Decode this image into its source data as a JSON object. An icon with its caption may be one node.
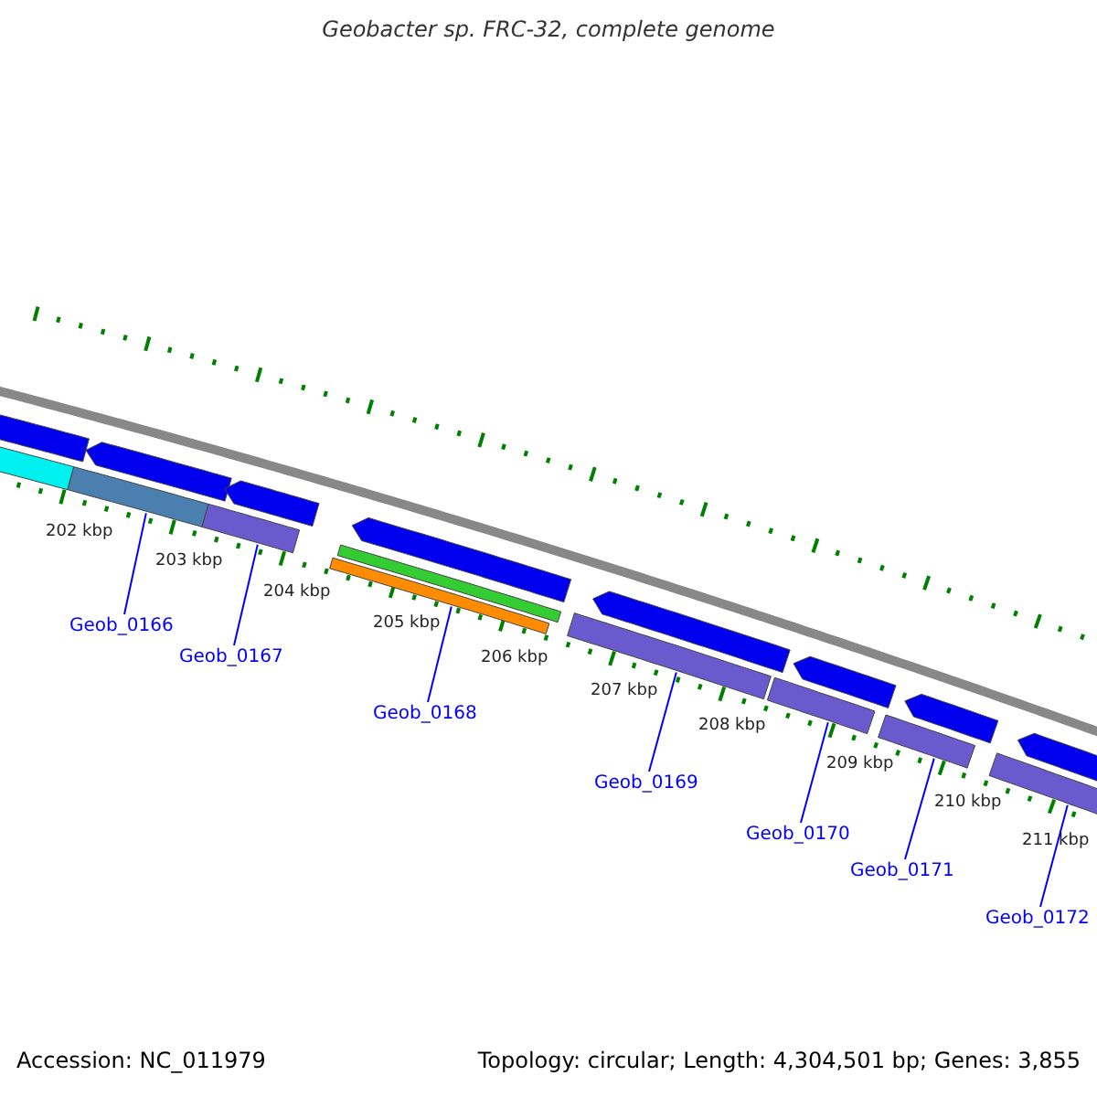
{
  "diagram": {
    "title": "Geobacter sp. FRC-32, complete genome",
    "nodes": [
      {
        "text": [
          "Geob_0166"
        ]
      },
      {
        "text": [
          "Geob_0167"
        ]
      },
      {
        "text": [
          "Geob_0168"
        ]
      },
      {
        "text": [
          "Geob_0169"
        ]
      },
      {
        "text": [
          "Geob_0170"
        ]
      },
      {
        "text": [
          "Geob_0171"
        ]
      },
      {
        "text": [
          "Geob_0172"
        ]
      },
      {
        "text": [],
        "shape": "bar"
      },
      {
        "text": [],
        "shape": "bar"
      },
      {
        "text": [],
        "shape": "bar"
      },
      {
        "text": [],
        "shape": "bar"
      },
      {
        "text": [],
        "shape": "bar"
      },
      {
        "text": [],
        "shape": "bar"
      },
      {
        "text": [],
        "shape": "bar"
      },
      {
        "text": [],
        "shape": "arrow"
      },
      {
        "text": [],
        "shape": "arrow"
      },
      {
        "text": [],
        "shape": "arrow"
      },
      {
        "text": [],
        "shape": "arrow"
      },
      {
        "text": [],
        "shape": "arrow"
      },
      {
        "text": [],
        "shape": "arrow"
      },
      {
        "text": [],
        "shape": "arrow"
      },
      {
        "text": [],
        "shape": "arrow"
      },
      {
        "text": [],
        "shape": "bar"
      },
      {
        "text": [],
        "shape": "bar"
      }
    ],
    "edges": [
      {
        "from": 0,
        "to": 7,
        "arrow": "none"
      },
      {
        "from": 1,
        "to": 8,
        "arrow": "none"
      },
      {
        "from": 2,
        "to": 9,
        "arrow": "none"
      },
      {
        "from": 3,
        "to": 10,
        "arrow": "none"
      },
      {
        "from": 4,
        "to": 11,
        "arrow": "none"
      },
      {
        "from": 5,
        "to": 12,
        "arrow": "none"
      },
      {
        "from": 6,
        "to": 13,
        "arrow": "none"
      }
    ],
    "labels": [
      "202 kbp",
      "203 kbp",
      "204 kbp",
      "205 kbp",
      "206 kbp",
      "207 kbp",
      "208 kbp",
      "209 kbp",
      "210 kbp",
      "211 kbp",
      "Accession: NC_011979",
      "Topology: circular; Length: 4,304,501 bp; Genes: 3,855"
    ]
  }
}
